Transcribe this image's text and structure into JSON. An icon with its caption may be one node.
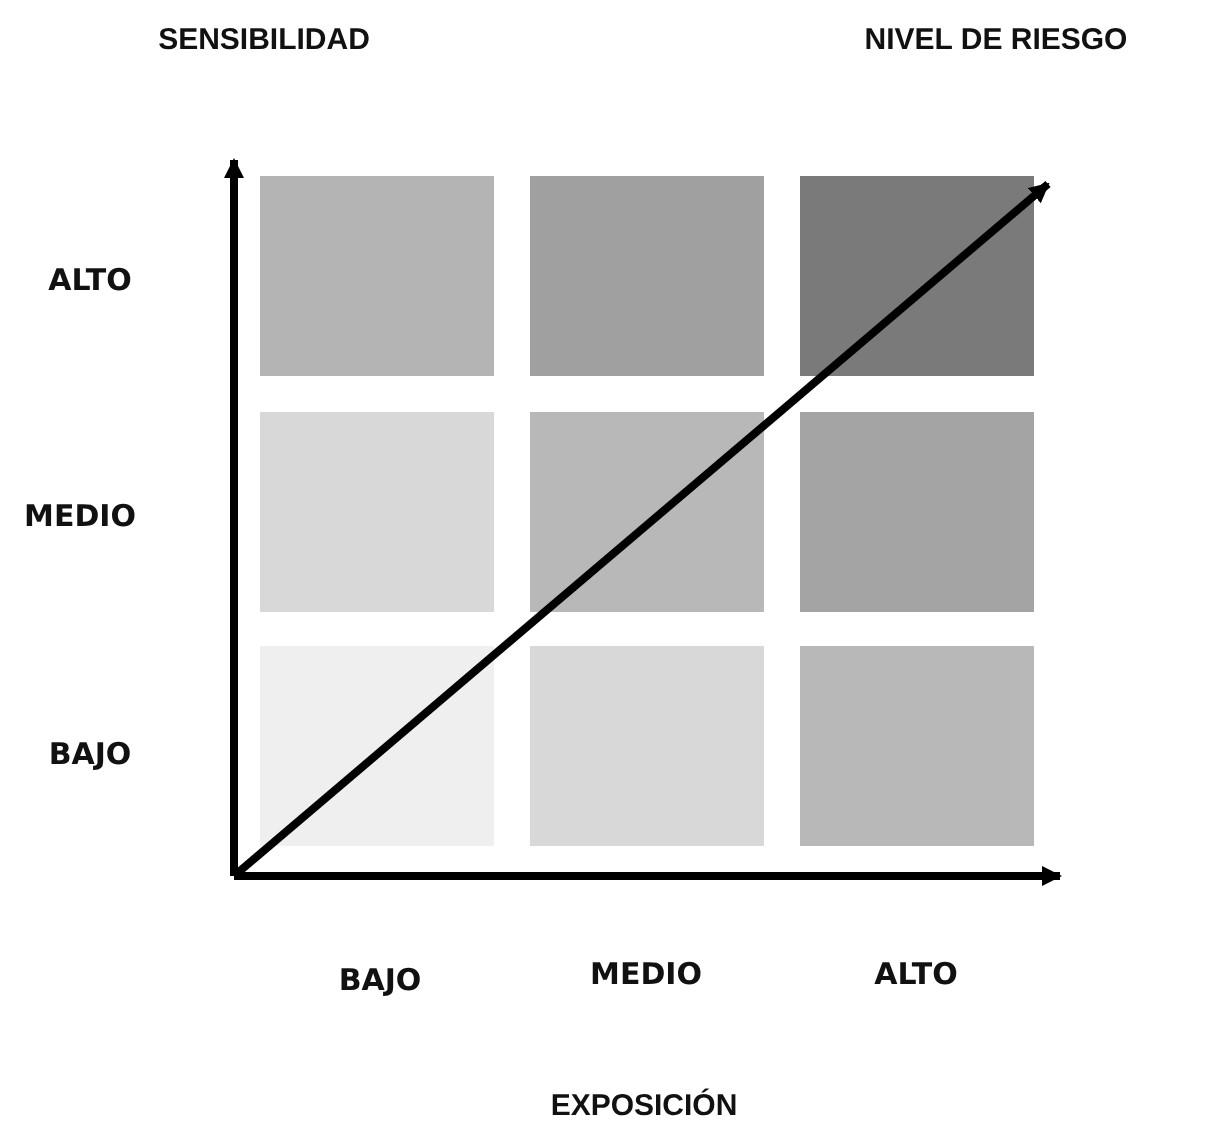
{
  "diagram": {
    "labels": [
      "SENSIBILIDAD",
      "NIVEL DE RIESGO",
      "ALTO",
      "MEDIO",
      "BAJO",
      "BAJO",
      "MEDIO",
      "ALTO",
      "EXPOSICIÓN"
    ]
  }
}
